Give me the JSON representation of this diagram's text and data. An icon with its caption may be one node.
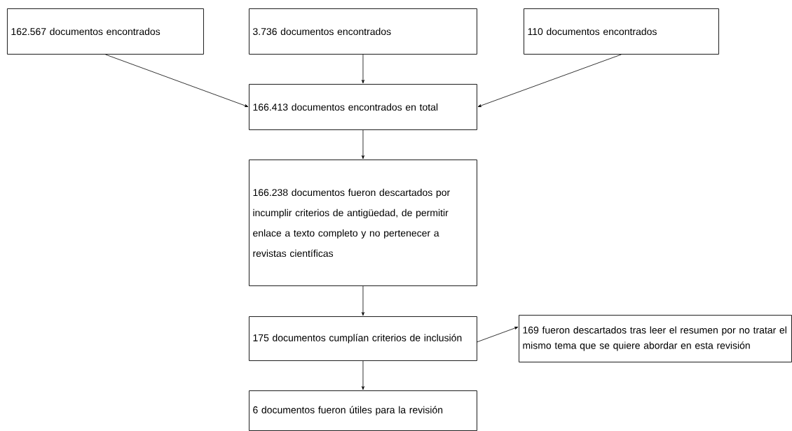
{
  "diagram": {
    "nodes": [
      {
        "text": [
          "162.567 documentos encontrados"
        ]
      },
      {
        "text": [
          "3.736 documentos encontrados"
        ]
      },
      {
        "text": [
          "110 documentos encontrados"
        ]
      },
      {
        "text": [
          "166.413 documentos encontrados en total"
        ]
      },
      {
        "text": [
          "166.238 documentos fueron descartados por incumplir criterios de antigüedad, de permitir enlace a texto completo y no pertenecer a revistas científicas"
        ]
      },
      {
        "text": [
          "175 documentos cumplían criterios de inclusión"
        ]
      },
      {
        "text": [
          "169 fueron descartados tras leer el resumen por no tratar el mismo tema que se quiere abordar en esta revisión"
        ]
      },
      {
        "text": [
          "6 documentos fueron útiles para la revisión"
        ]
      }
    ],
    "edges": [
      {
        "from": 0,
        "to": 3,
        "arrow": "to"
      },
      {
        "from": 1,
        "to": 3,
        "arrow": "to"
      },
      {
        "from": 2,
        "to": 3,
        "arrow": "to"
      },
      {
        "from": 3,
        "to": 4,
        "arrow": "to"
      },
      {
        "from": 4,
        "to": 5,
        "arrow": "to"
      },
      {
        "from": 5,
        "to": 6,
        "arrow": "to"
      },
      {
        "from": 5,
        "to": 7,
        "arrow": "to"
      }
    ]
  }
}
